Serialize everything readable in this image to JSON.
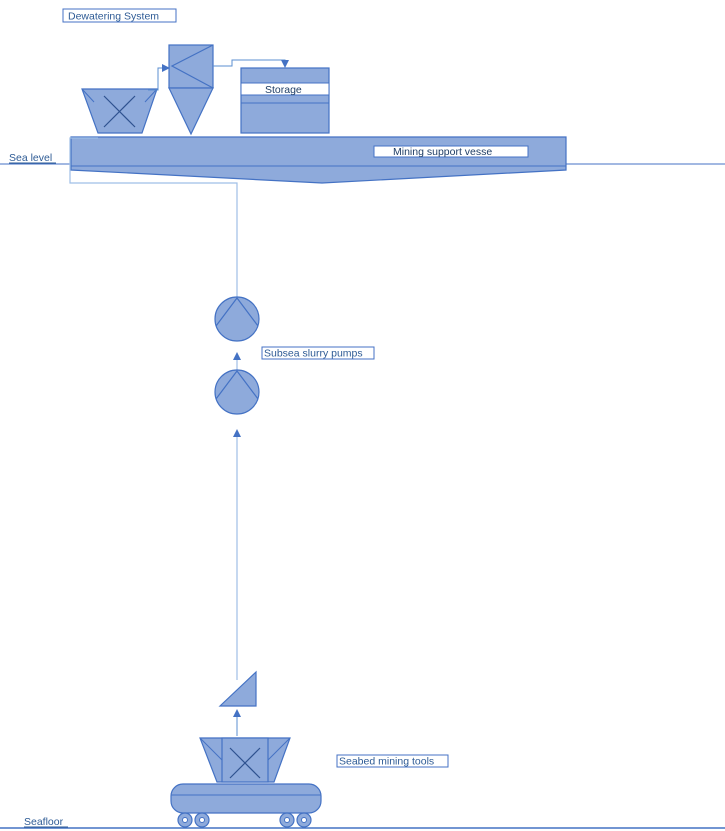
{
  "diagram": {
    "title": "Dewatering System",
    "labels": {
      "storage": "Storage",
      "vessel": "Mining support vesse",
      "sea_level": "Sea level",
      "pumps": "Subsea slurry pumps",
      "tools": "Seabed mining tools",
      "seafloor": "Seafloor"
    },
    "colors": {
      "fill": "#8eaadb",
      "stroke": "#4472c4",
      "line": "#5b8fd0",
      "text": "#2e5b95",
      "background": "#ffffff"
    }
  }
}
